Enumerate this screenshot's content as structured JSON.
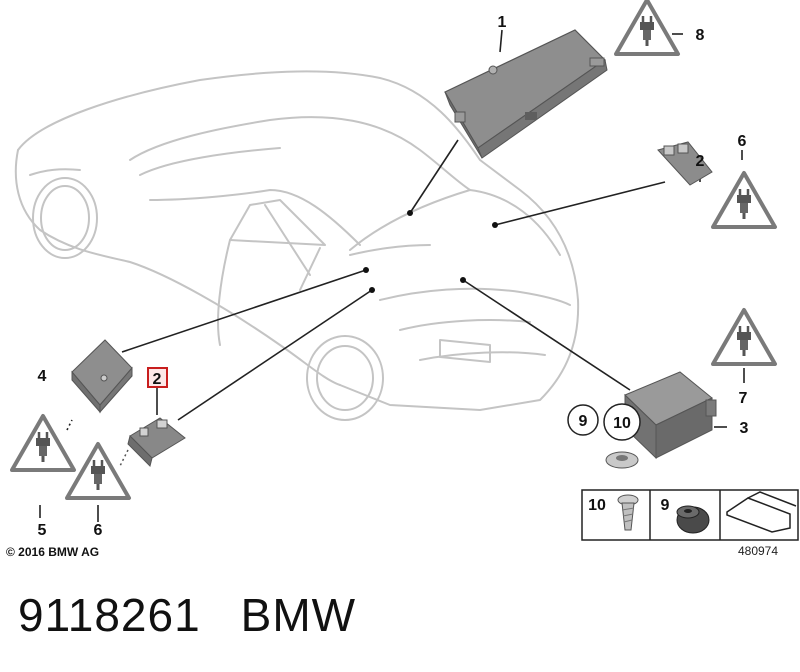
{
  "diagram": {
    "callouts": {
      "c1": "1",
      "c2_top": "2",
      "c6_top": "6",
      "c8": "8",
      "c4": "4",
      "c2_box": "2",
      "c5": "5",
      "c6_bottom": "6",
      "c7": "7",
      "c3": "3",
      "c9": "9",
      "c10": "10"
    },
    "copyright": "© 2016 BMW AG",
    "legend": {
      "item1_num": "10",
      "item2_num": "9"
    },
    "diagram_id": "480974",
    "icons": [
      "warning-triangle-plug-icon",
      "car-outline",
      "control-module"
    ],
    "colors": {
      "outline": "#c4c4c4",
      "part": "#8e8e8e",
      "ink": "#111111",
      "highlight": "#c81e1e"
    }
  },
  "footer": {
    "part_number": "9118261",
    "brand": "BMW"
  }
}
